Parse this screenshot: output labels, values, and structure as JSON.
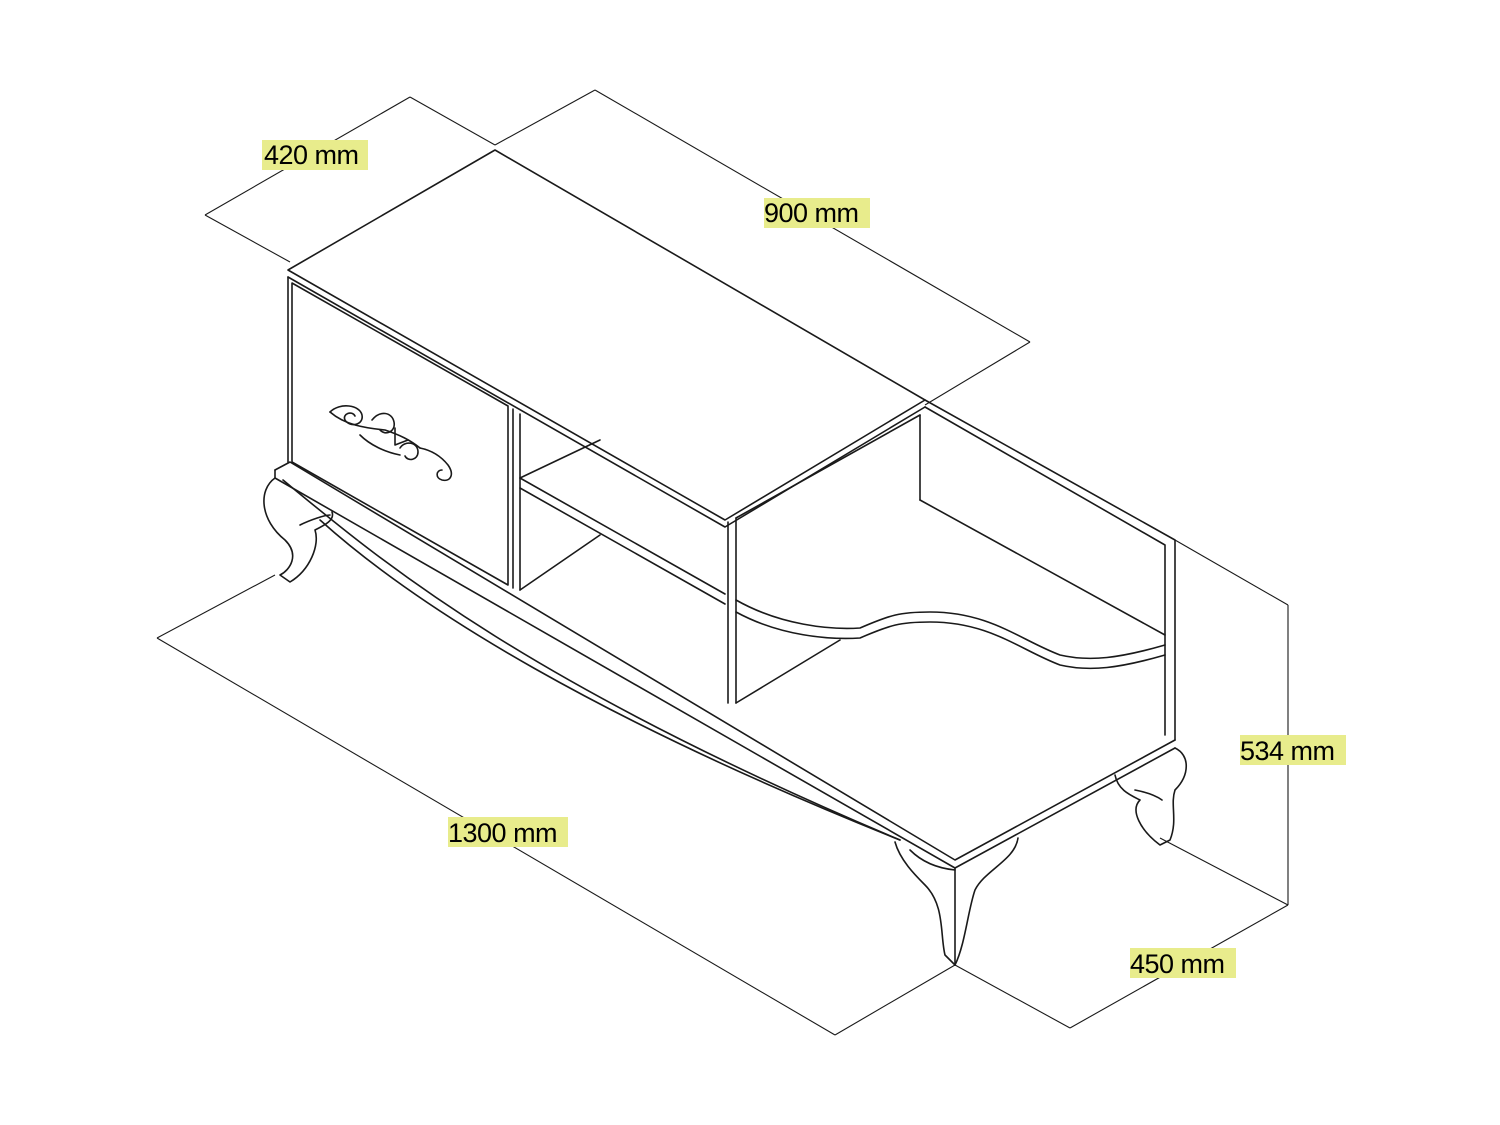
{
  "dimensions": {
    "top_depth": "420 mm",
    "top_width": "900 mm",
    "height": "534 mm",
    "bottom_depth": "450 mm",
    "bottom_width": "1300 mm"
  },
  "colors": {
    "label_highlight": "#e8ec8c",
    "line": "#1a1a1a"
  }
}
